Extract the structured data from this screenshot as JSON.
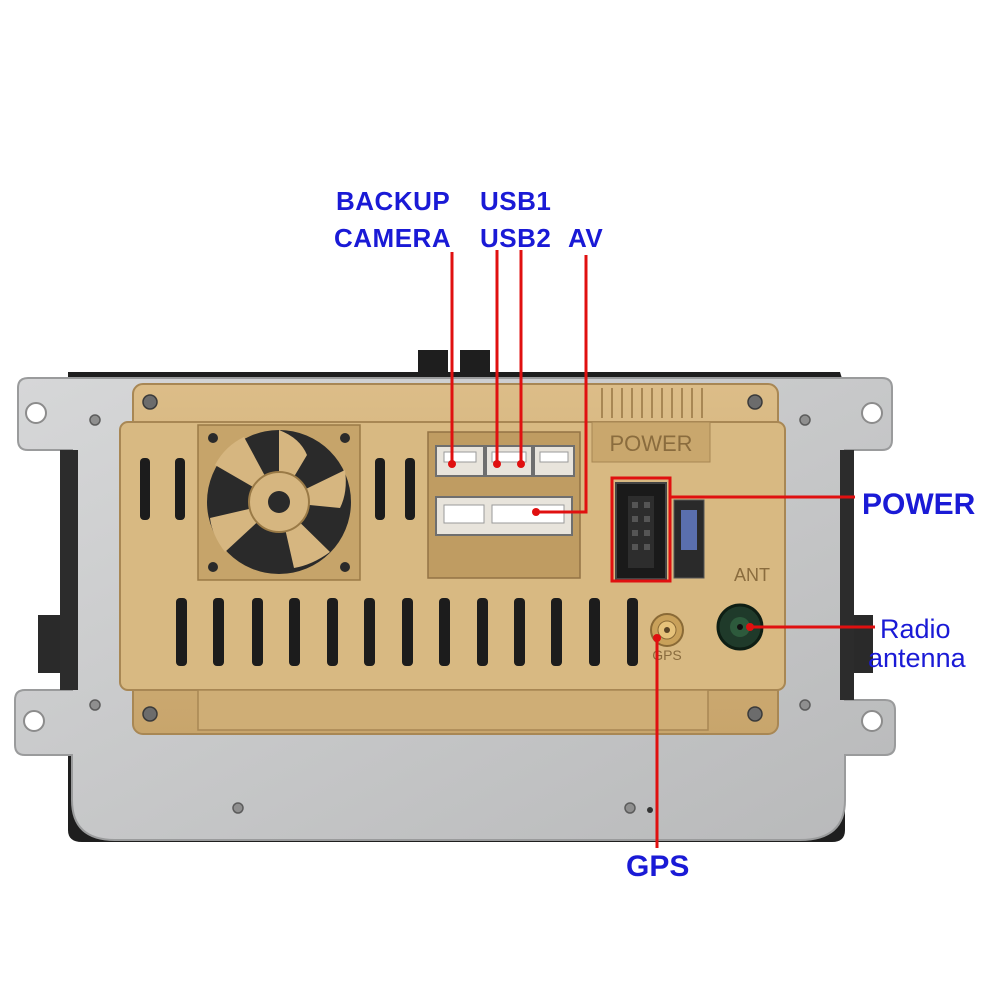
{
  "labels": {
    "backup": "BACKUP",
    "camera": "CAMERA",
    "usb1": "USB1",
    "usb2": "USB2",
    "av": "AV",
    "power": "POWER",
    "radio": "Radio",
    "antenna": "antenna",
    "gps": "GPS"
  },
  "panel_marks": {
    "power": "POWER",
    "ant": "ANT",
    "gps": "GPS"
  },
  "colors": {
    "label_text": "#1a1ad6",
    "callout_line": "#e01010",
    "housing": "#d3b27c",
    "bracket": "#c9cacb",
    "frame": "#2a2a2a"
  }
}
